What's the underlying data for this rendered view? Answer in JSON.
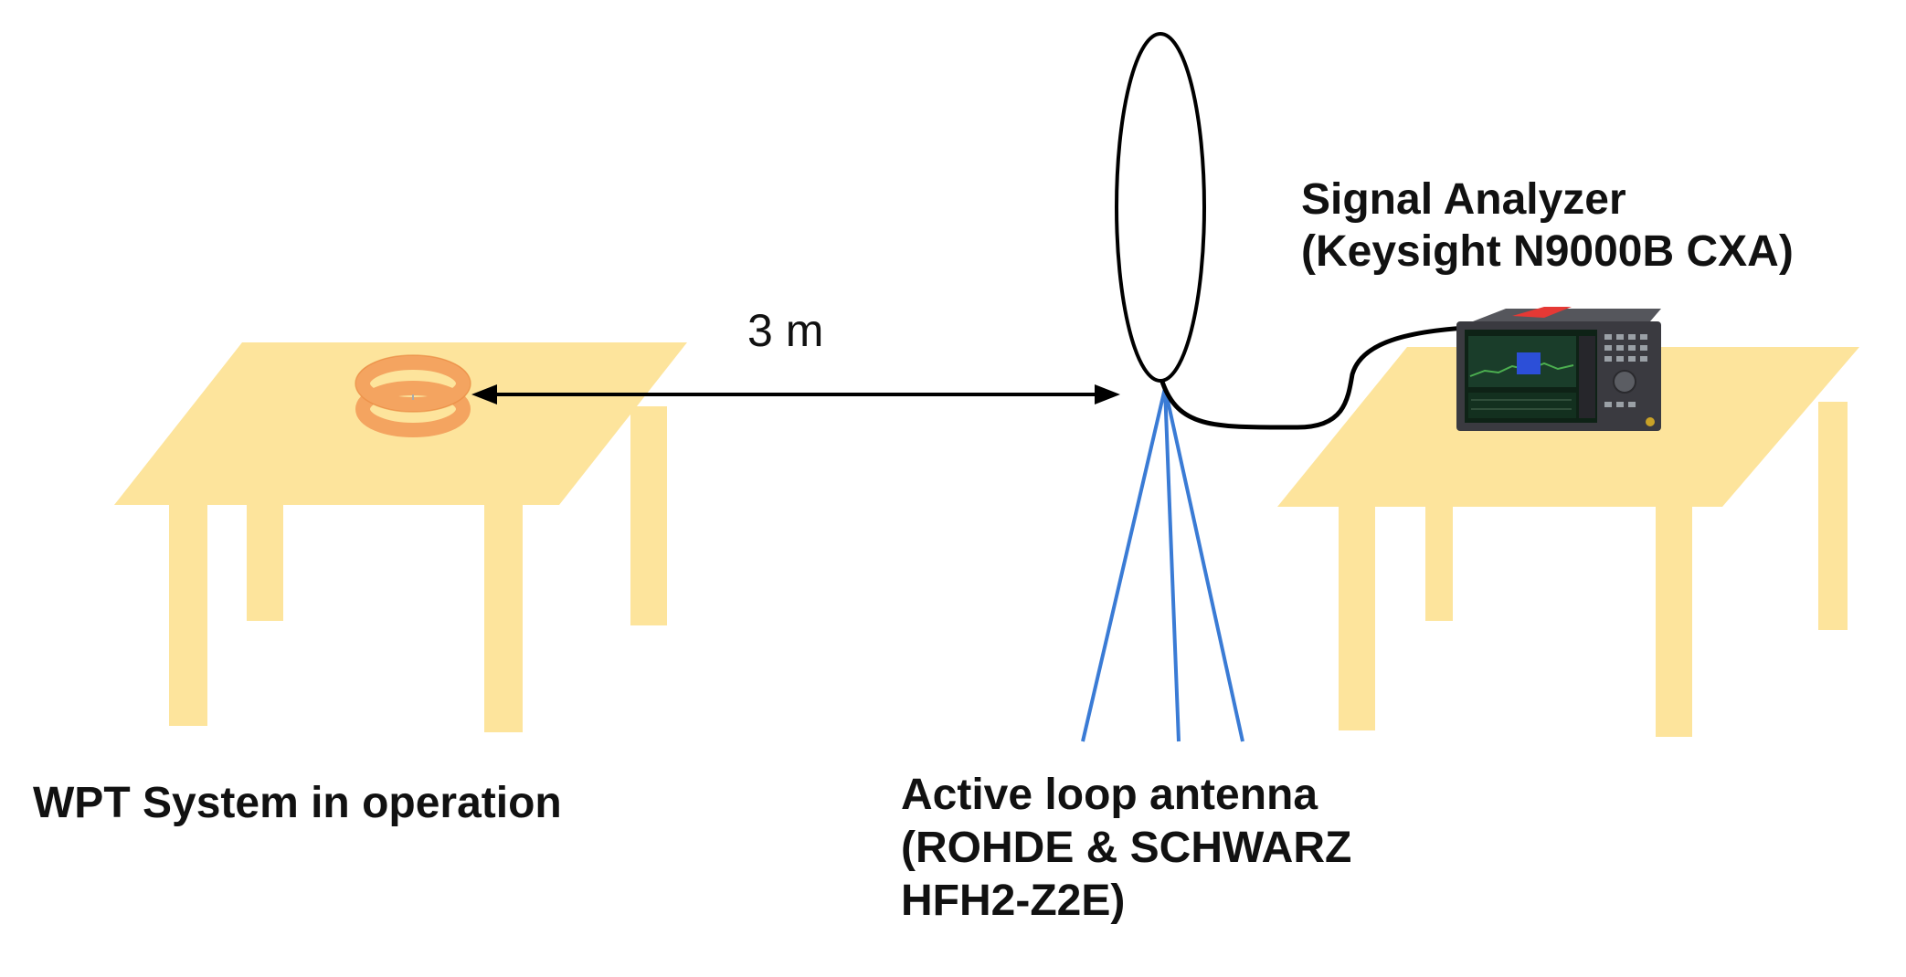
{
  "labels": {
    "distance": "3 m",
    "wpt_system": "WPT System in operation",
    "analyzer_title": "Signal Analyzer",
    "analyzer_model": "(Keysight N9000B CXA)",
    "antenna_title": "Active loop antenna",
    "antenna_model_line1": "(ROHDE & SCHWARZ",
    "antenna_model_line2": "HFH2-Z2E)"
  },
  "colors": {
    "table": "#fde49c",
    "coil": "#f4a460",
    "coil_stroke": "#e8883d",
    "antenna_legs": "#3a7bd5",
    "loop": "#000000",
    "analyzer_body": "#3a3a40",
    "analyzer_screen": "#1a3d2a",
    "analyzer_accent": "#e53935"
  },
  "icons": {
    "wpt_coil": "coil-icon",
    "analyzer": "signal-analyzer-icon",
    "antenna": "loop-antenna-icon"
  }
}
